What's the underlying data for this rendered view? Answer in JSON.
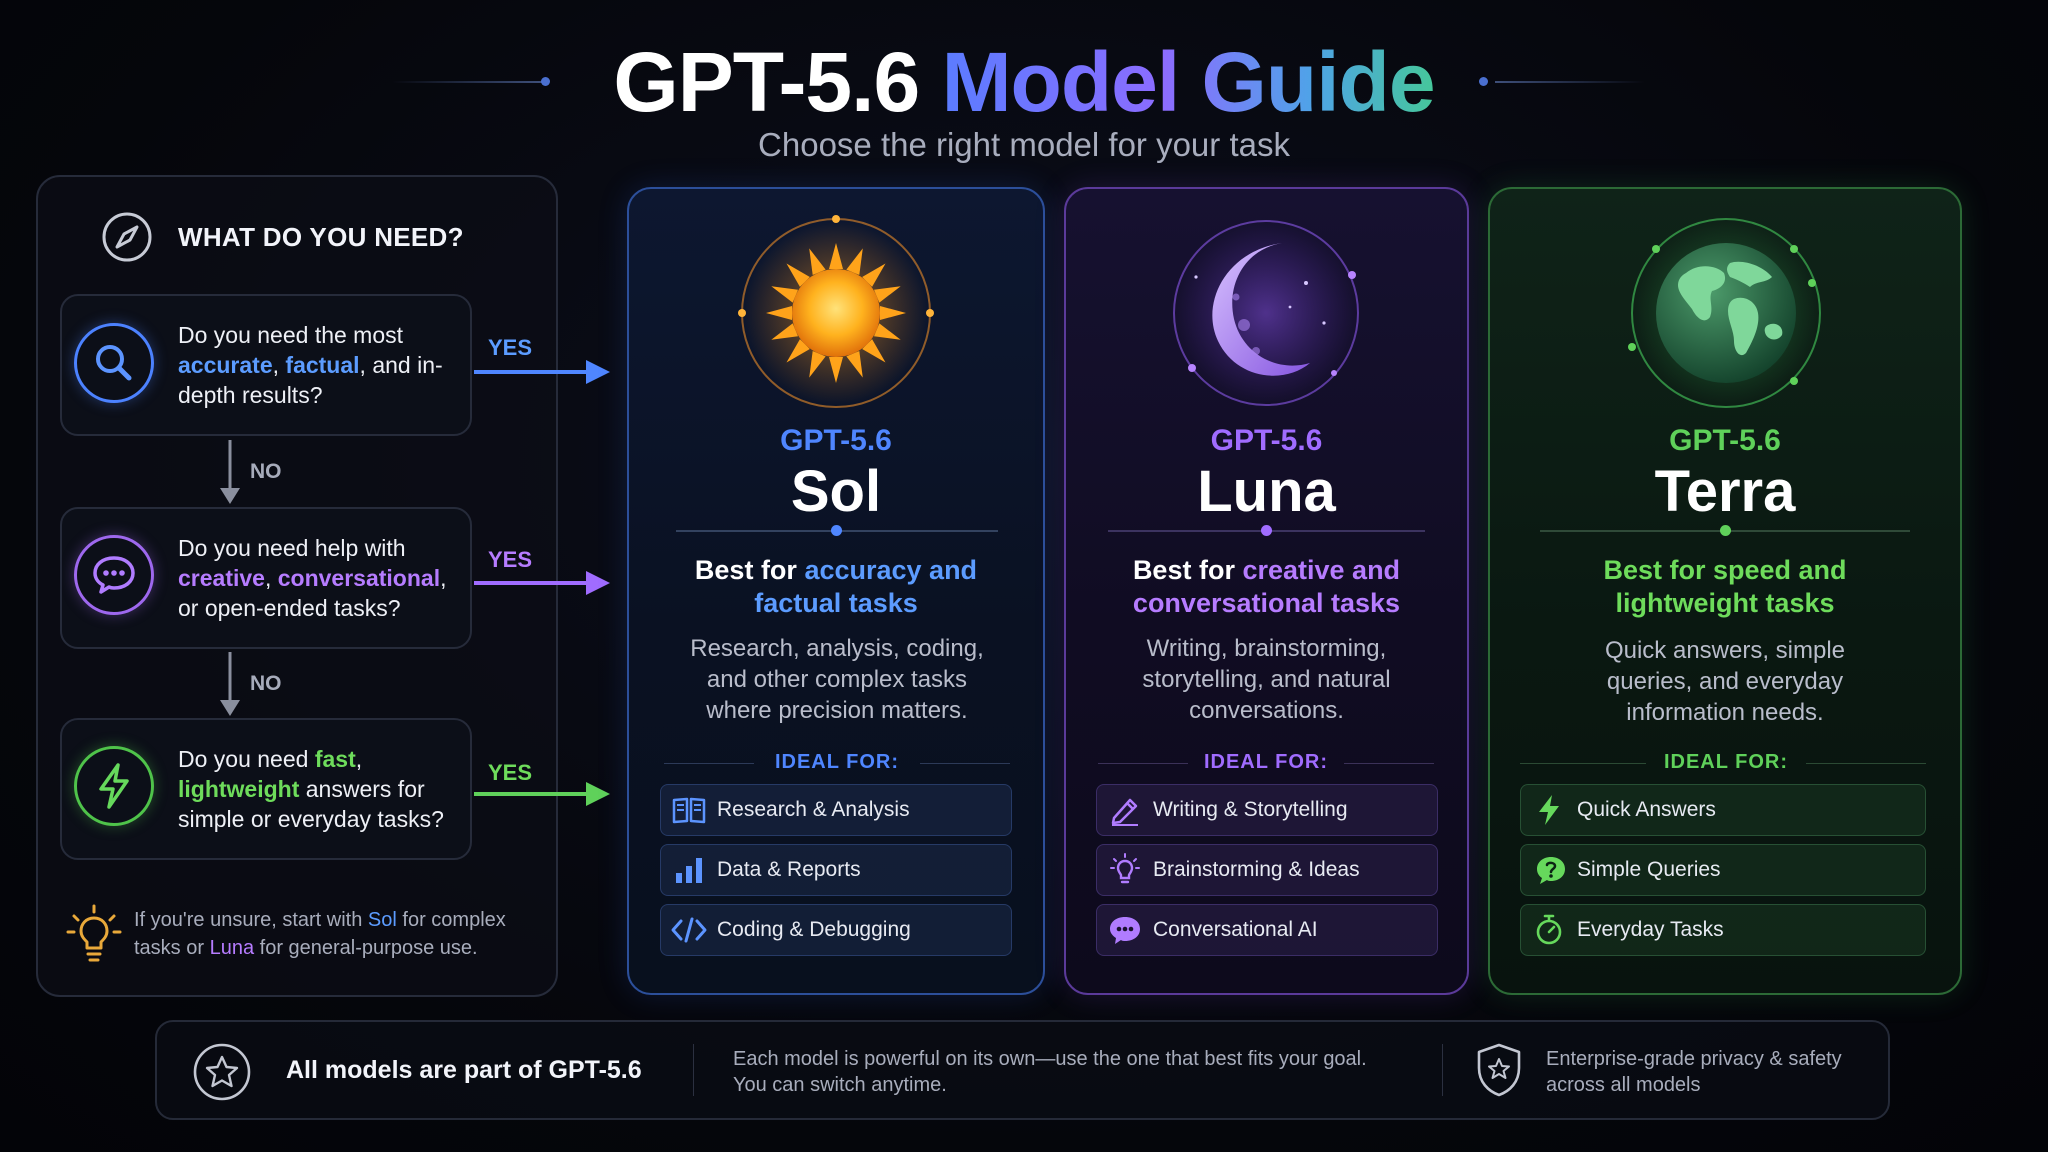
{
  "header": {
    "title_part1": "GPT-5.6",
    "title_part2": "Model Guide",
    "subtitle": "Choose the right model for your task"
  },
  "decision_panel": {
    "heading": "WHAT DO YOU NEED?",
    "yes_label": "YES",
    "no_label": "NO",
    "questions": [
      {
        "text_before": "Do you need the most ",
        "hl1": "accurate",
        "sep1": ", ",
        "hl2": "factual",
        "text_after": ", and in-depth results?",
        "icon": "search-icon"
      },
      {
        "text_before": "Do you need help with ",
        "hl1": "creative",
        "sep1": ", ",
        "hl2": "conversational",
        "text_after": ", or open-ended tasks?",
        "icon": "chat-bubble-icon"
      },
      {
        "text_before": "Do you need ",
        "hl1": "fast",
        "sep1": ", ",
        "hl2": "lightweight",
        "text_after": " answers for simple or everyday tasks?",
        "icon": "lightning-icon"
      }
    ],
    "tip": {
      "prefix": "If you're unsure, start with ",
      "model1": "Sol",
      "middle": " for complex tasks or ",
      "model2": "Luna",
      "suffix": " for general-purpose use.",
      "icon": "lightbulb-icon"
    }
  },
  "models": {
    "sol": {
      "sub": "GPT-5.6",
      "name": "Sol",
      "best_prefix": "Best for ",
      "best_line1_hl": "accuracy and",
      "best_line2_hl": "factual tasks",
      "desc": "Research, analysis, coding, and other complex tasks where precision matters.",
      "ideal_label": "IDEAL FOR:",
      "items": [
        {
          "label": "Research & Analysis",
          "icon": "book-icon"
        },
        {
          "label": "Data & Reports",
          "icon": "bar-chart-icon"
        },
        {
          "label": "Coding & Debugging",
          "icon": "code-icon"
        }
      ],
      "accent": "#4f86ff",
      "icon": "sun-icon"
    },
    "luna": {
      "sub": "GPT-5.6",
      "name": "Luna",
      "best_prefix": "Best for ",
      "best_line1_hl": "creative and",
      "best_line2_hl": "conversational tasks",
      "desc": "Writing, brainstorming, storytelling, and natural conversations.",
      "ideal_label": "IDEAL FOR:",
      "items": [
        {
          "label": "Writing & Storytelling",
          "icon": "pencil-icon"
        },
        {
          "label": "Brainstorming & Ideas",
          "icon": "lightbulb-icon"
        },
        {
          "label": "Conversational AI",
          "icon": "chat-bubble-icon"
        }
      ],
      "accent": "#a06cff",
      "icon": "moon-icon"
    },
    "terra": {
      "sub": "GPT-5.6",
      "name": "Terra",
      "best_line1": "Best for speed and",
      "best_line2": "lightweight tasks",
      "desc": "Quick answers, simple queries, and everyday information needs.",
      "ideal_label": "IDEAL FOR:",
      "items": [
        {
          "label": "Quick Answers",
          "icon": "lightning-icon"
        },
        {
          "label": "Simple Queries",
          "icon": "question-bubble-icon"
        },
        {
          "label": "Everyday Tasks",
          "icon": "stopwatch-icon"
        }
      ],
      "accent": "#5fd15a",
      "icon": "globe-icon"
    }
  },
  "footer": {
    "title": "All models are part of GPT-5.6",
    "desc_line1": "Each model is powerful on its own—use the one that best fits your goal.",
    "desc_line2": "You can switch anytime.",
    "safety_line1": "Enterprise-grade privacy & safety",
    "safety_line2": "across all models"
  },
  "colors": {
    "blue": "#4f86ff",
    "purple": "#a06cff",
    "green": "#5fd15a"
  }
}
